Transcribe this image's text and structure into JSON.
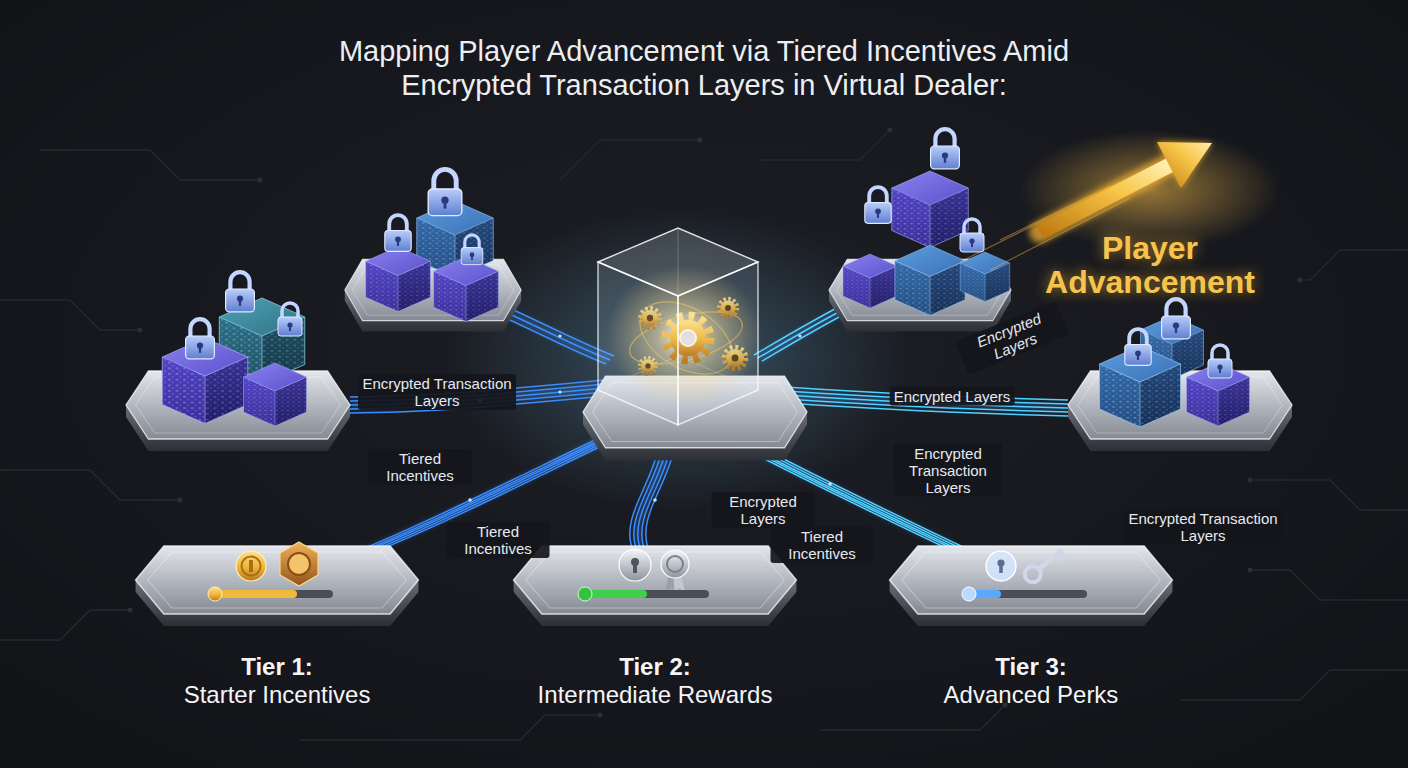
{
  "diagram": {
    "title": "Mapping Player Advancement via Tiered Incentives Amid Encrypted Transaction Layers in Virtual Dealer:",
    "nodes": [
      {
        "text": [
          "Tier 1:",
          "Starter Incentives"
        ]
      },
      {
        "text": [
          "Tier 2:",
          "Intermediate Rewards"
        ]
      },
      {
        "text": [
          "Tier 3:",
          "Advanced Perks"
        ]
      }
    ],
    "labels": [
      "Player Advancement",
      "Encrypted Layers",
      "Encrypted Transaction Layers",
      "Encrypted Layers",
      "Tiered Incentives",
      "Encrypted Transaction Layers",
      "Encrypted Layers",
      "Encrypted Transaction Layers",
      "Tiered Incentives",
      "Tiered Incentives"
    ]
  }
}
